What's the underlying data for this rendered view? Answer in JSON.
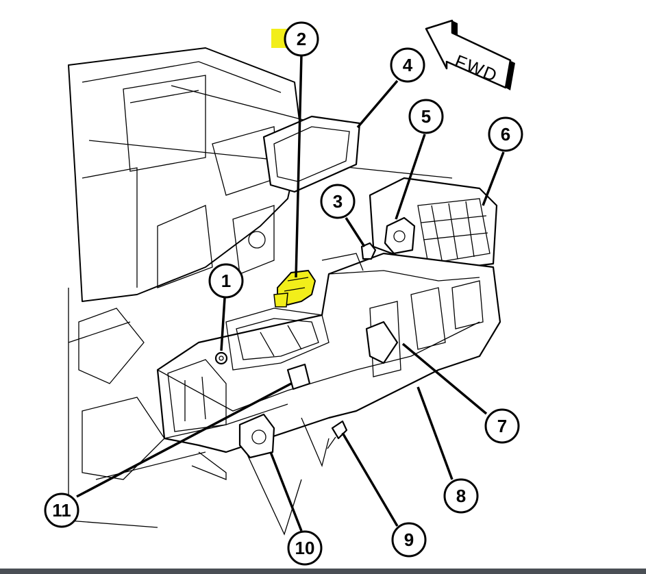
{
  "direction_indicator": {
    "label": "FWD"
  },
  "callouts": [
    {
      "id": "1",
      "label": "1"
    },
    {
      "id": "2",
      "label": "2",
      "highlight_color": "#f2ee1a"
    },
    {
      "id": "3",
      "label": "3"
    },
    {
      "id": "4",
      "label": "4"
    },
    {
      "id": "5",
      "label": "5"
    },
    {
      "id": "6",
      "label": "6"
    },
    {
      "id": "7",
      "label": "7"
    },
    {
      "id": "8",
      "label": "8"
    },
    {
      "id": "9",
      "label": "9"
    },
    {
      "id": "10",
      "label": "10"
    },
    {
      "id": "11",
      "label": "11"
    }
  ],
  "colors": {
    "highlight": "#f2ee1a",
    "ink": "#000000",
    "footer": "#4a4f55"
  }
}
